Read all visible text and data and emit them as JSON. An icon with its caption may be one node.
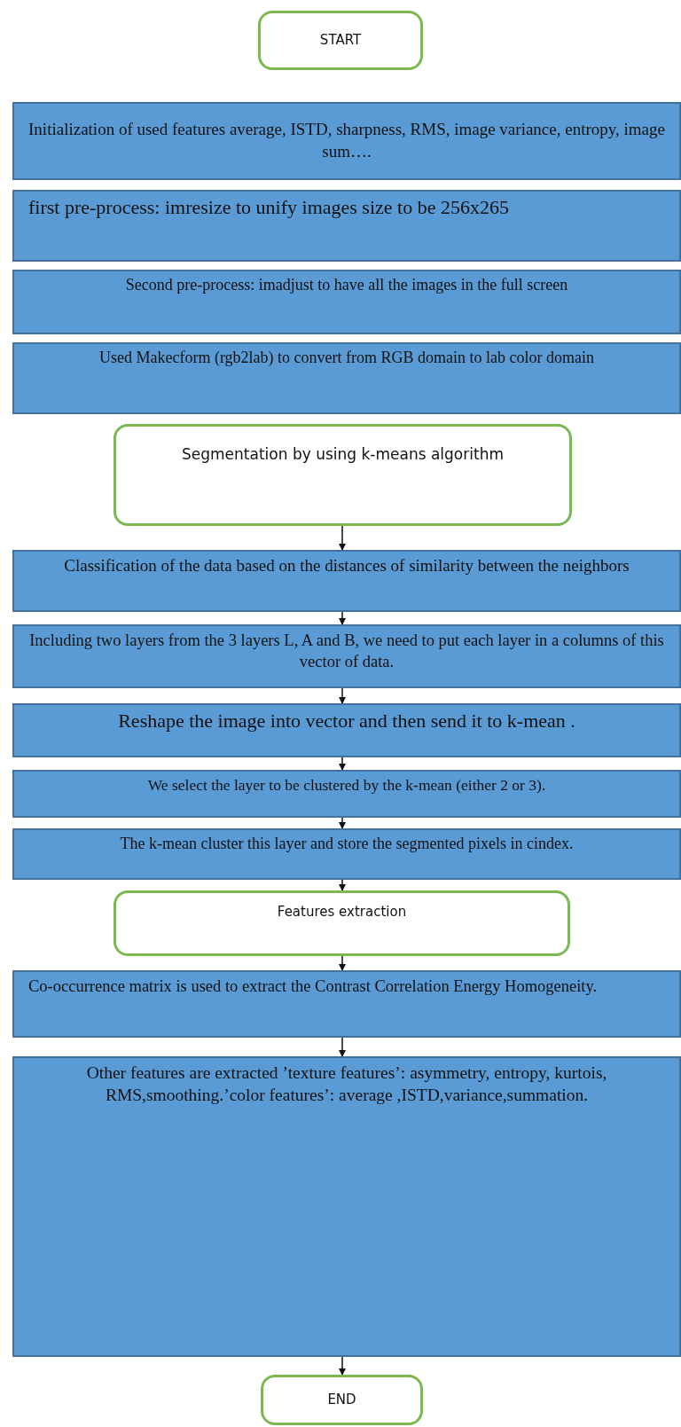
{
  "diagram": {
    "nodes": [
      {
        "text": [
          "START"
        ]
      },
      {
        "text": [
          "Initialization of used features average, ISTD, sharpness, RMS, image variance, entropy, image sum…."
        ]
      },
      {
        "text": [
          "first pre-process: imresize to unify images size to be 256x265"
        ]
      },
      {
        "text": [
          "Second pre-process: imadjust to have all the images in the full screen"
        ]
      },
      {
        "text": [
          "Used Makecform (rgb2lab) to convert from RGB domain to lab color domain"
        ]
      },
      {
        "text": [
          "Segmentation by using k-means algorithm"
        ]
      },
      {
        "text": [
          "Classification of the data based on the distances of similarity between the neighbors"
        ]
      },
      {
        "text": [
          "Including two layers from the 3 layers L, A and B, we need to put each layer in a columns of this vector of data."
        ]
      },
      {
        "text": [
          "Reshape the image into vector and then send it to k-mean ."
        ]
      },
      {
        "text": [
          "We select the layer to be clustered by the k-mean (either 2 or 3)."
        ]
      },
      {
        "text": [
          "The k-mean cluster this layer and store the segmented pixels in cindex."
        ]
      },
      {
        "text": [
          "Features extraction"
        ]
      },
      {
        "text": [
          "Co-occurrence matrix is used to extract the Contrast Correlation Energy Homogeneity."
        ]
      },
      {
        "text": [
          "Other features are extracted ’texture features’: asymmetry, entropy, kurtois, RMS,smoothing.’color features’: average ,ISTD,variance,summation."
        ]
      },
      {
        "text": [
          "END"
        ]
      }
    ],
    "edges": [
      {
        "from": 5,
        "to": 6,
        "arrow": "to"
      },
      {
        "from": 6,
        "to": 7,
        "arrow": "to"
      },
      {
        "from": 7,
        "to": 8,
        "arrow": "to"
      },
      {
        "from": 8,
        "to": 9,
        "arrow": "to"
      },
      {
        "from": 9,
        "to": 10,
        "arrow": "to"
      },
      {
        "from": 10,
        "to": 11,
        "arrow": "to"
      },
      {
        "from": 11,
        "to": 12,
        "arrow": "to"
      },
      {
        "from": 12,
        "to": 13,
        "arrow": "to"
      },
      {
        "from": 13,
        "to": 14,
        "arrow": "to"
      }
    ]
  }
}
